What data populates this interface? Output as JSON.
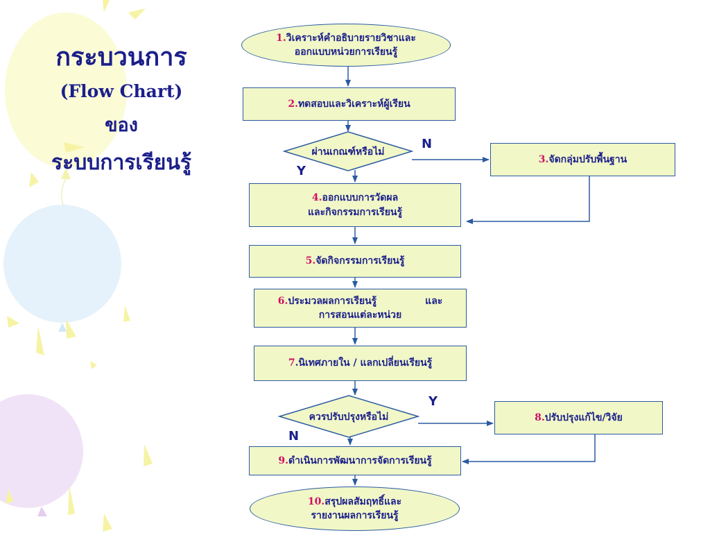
{
  "title": {
    "line1": "กระบวนการ",
    "line2": "(Flow  Chart)",
    "line3": "ของ",
    "line4": "ระบบการเรียนรู้"
  },
  "nodes": {
    "n1": {
      "num": "1.",
      "line1": "วิเคราะห์คำอธิบายรายวิชาและ",
      "line2": "ออกแบบหน่วยการเรียนรู้"
    },
    "n2": {
      "num": "2.",
      "text": "ทดสอบและวิเคราะห์ผู้เรียน"
    },
    "d1": {
      "text": "ผ่านเกณฑ์หรือไม่"
    },
    "n3": {
      "num": "3.",
      "text": "จัดกลุ่มปรับพื้นฐาน"
    },
    "n4": {
      "num": "4.",
      "line1": "ออกแบบการวัดผล",
      "line2": "และกิจกรรมการเรียนรู้"
    },
    "n5": {
      "num": "5.",
      "text": "จัดกิจกรรมการเรียนรู้"
    },
    "n6": {
      "num": "6.",
      "line1a": "ประมวลผลการเรียนรู้",
      "line1b": "และ",
      "line2": "การสอนแต่ละหน่วย"
    },
    "n7": {
      "num": "7",
      "text": ".นิเทศภายใน / แลกเปลี่ยนเรียนรู้"
    },
    "d2": {
      "text": "ควรปรับปรุงหรือไม่"
    },
    "n8": {
      "num": "8.",
      "text": "ปรับปรุงแก้ไข/วิจัย"
    },
    "n9": {
      "num": "9.",
      "text": "ดำเนินการพัฒนาการจัดการเรียนรู้"
    },
    "n10": {
      "num": "10.",
      "line1": "สรุปผลสัมฤทธิ์และ",
      "line2": "รายงานผลการเรียนรู้"
    }
  },
  "labels": {
    "d1_no": "N",
    "d1_yes": "Y",
    "d2_yes": "Y",
    "d2_no": "N"
  },
  "colors": {
    "title": "#1b1f8a",
    "node_fill": "#f1f7c7",
    "node_border": "#2a5aa0",
    "number": "#d01060",
    "arrow": "#2a5aa0"
  }
}
